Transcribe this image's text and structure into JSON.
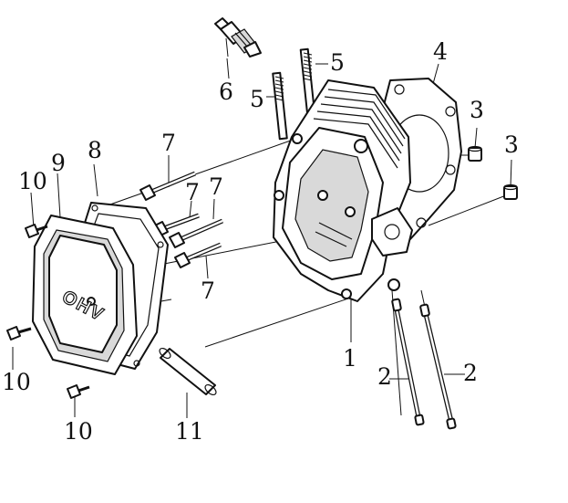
{
  "callouts": [
    {
      "id": "c1",
      "text": "1"
    },
    {
      "id": "c2a",
      "text": "2"
    },
    {
      "id": "c2b",
      "text": "2"
    },
    {
      "id": "c3a",
      "text": "3"
    },
    {
      "id": "c3b",
      "text": "3"
    },
    {
      "id": "c4",
      "text": "4"
    },
    {
      "id": "c5a",
      "text": "5"
    },
    {
      "id": "c5b",
      "text": "5"
    },
    {
      "id": "c6",
      "text": "6"
    },
    {
      "id": "c7a",
      "text": "7"
    },
    {
      "id": "c7b",
      "text": "7"
    },
    {
      "id": "c7c",
      "text": "7"
    },
    {
      "id": "c7d",
      "text": "7"
    },
    {
      "id": "c8",
      "text": "8"
    },
    {
      "id": "c9",
      "text": "9"
    },
    {
      "id": "c10a",
      "text": "10"
    },
    {
      "id": "c10b",
      "text": "10"
    },
    {
      "id": "c10c",
      "text": "10"
    },
    {
      "id": "c11",
      "text": "11"
    }
  ],
  "cover_embossing": "OHV"
}
